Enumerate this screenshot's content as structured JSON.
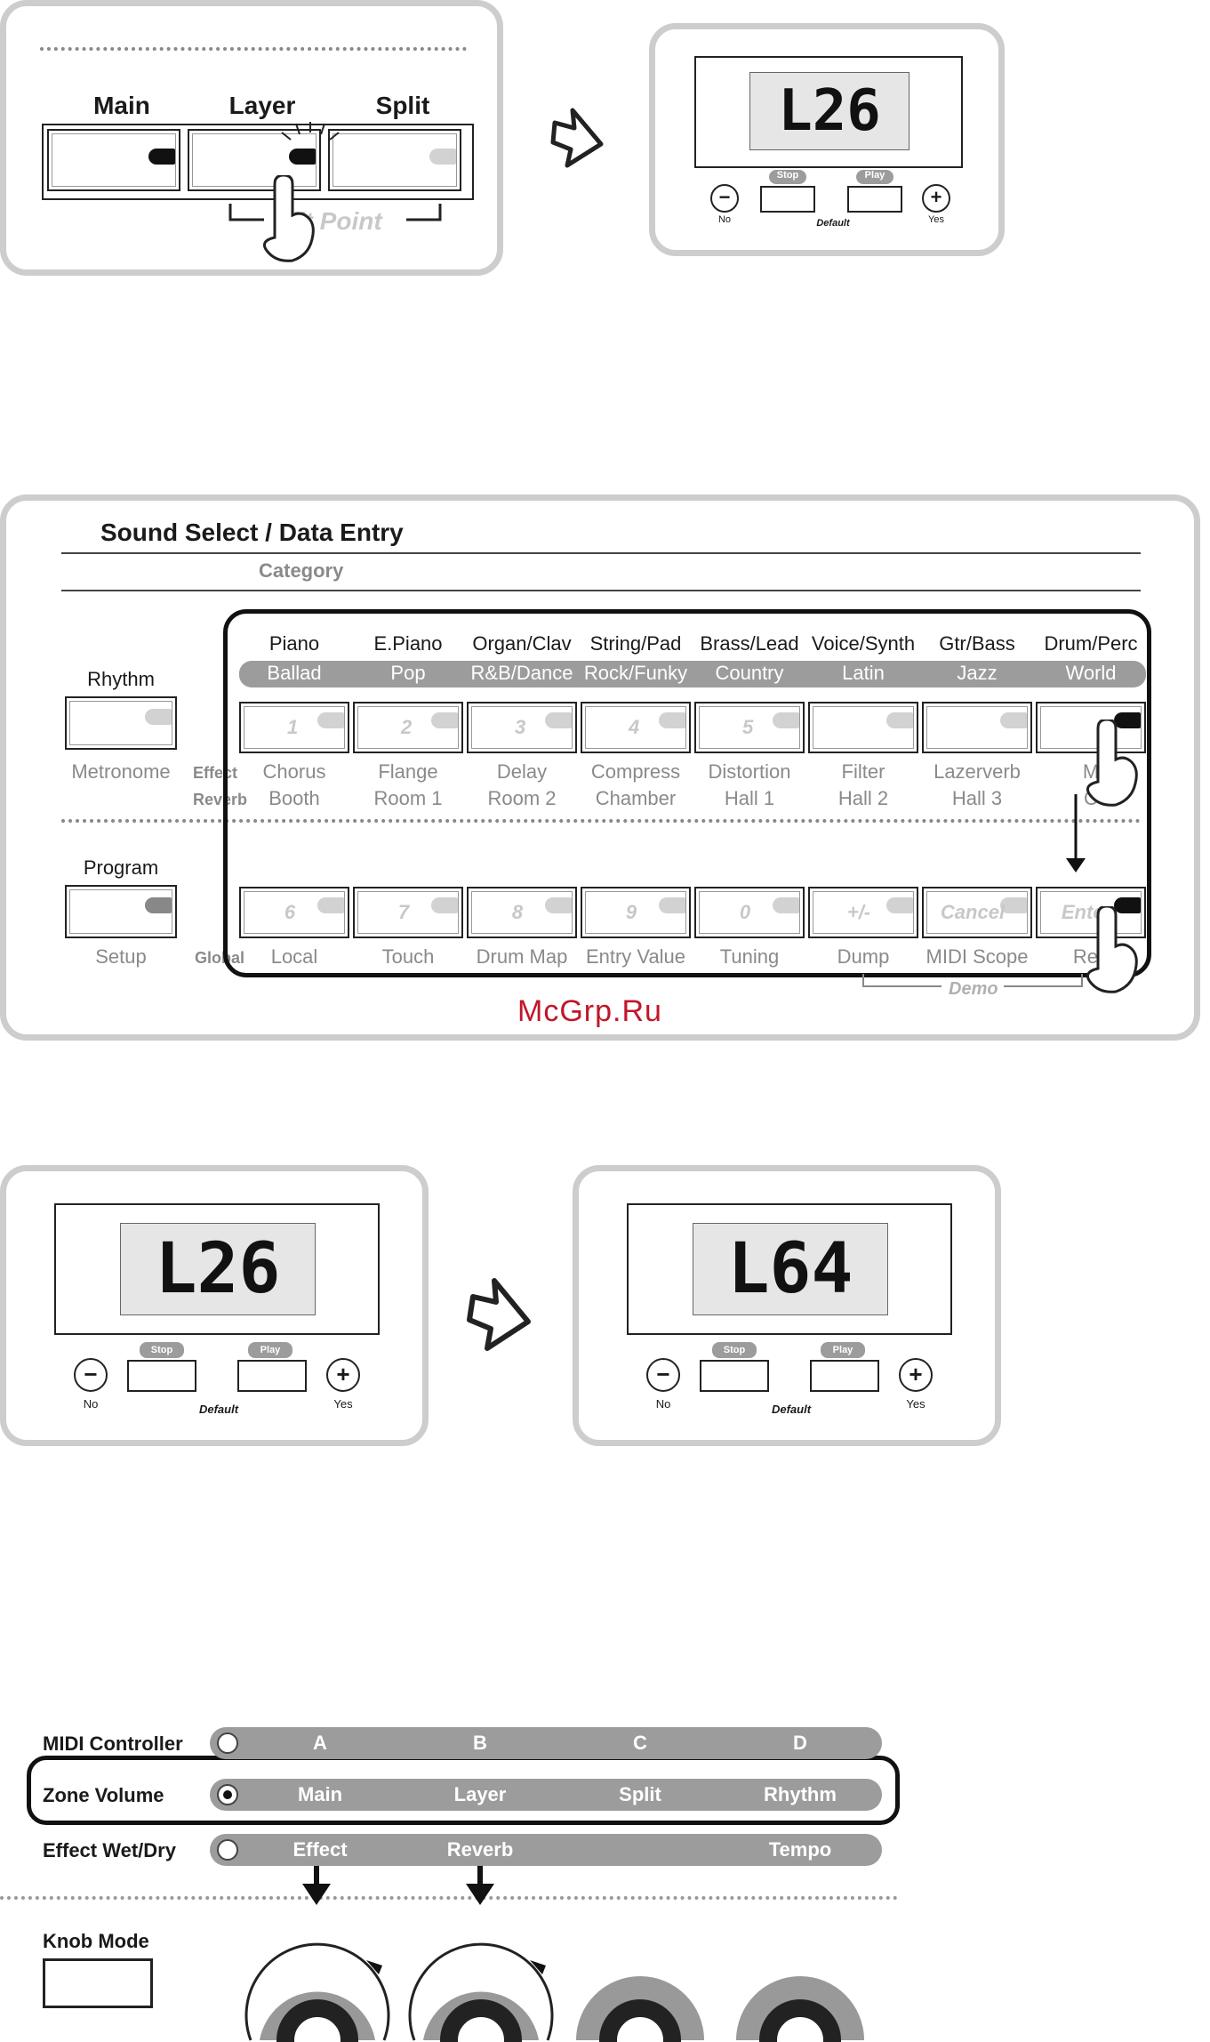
{
  "top_left": {
    "buttons": [
      "Main",
      "Layer",
      "Split"
    ],
    "split_point_label": "lit Point"
  },
  "display1": {
    "value": "L26",
    "stop": "Stop",
    "play": "Play",
    "no": "No",
    "yes": "Yes",
    "default": "Default",
    "minus": "−",
    "plus": "+"
  },
  "sound_select": {
    "title": "Sound Select / Data Entry",
    "category": "Category",
    "rhythm": "Rhythm",
    "metronome": "Metronome",
    "program": "Program",
    "setup": "Setup",
    "effect": "Effect",
    "reverb": "Reverb",
    "global": "Global",
    "categories_top": [
      "Piano",
      "E.Piano",
      "Organ/Clav",
      "String/Pad",
      "Brass/Lead",
      "Voice/Synth",
      "Gtr/Bass",
      "Drum/Perc"
    ],
    "categories_bar": [
      "Ballad",
      "Pop",
      "R&B/Dance",
      "Rock/Funky",
      "Country",
      "Latin",
      "Jazz",
      "World"
    ],
    "row1_numbers": [
      "1",
      "2",
      "3",
      "4",
      "5",
      "",
      "",
      ""
    ],
    "effect_labels": [
      "Chorus",
      "Flange",
      "Delay",
      "Compress",
      "Distortion",
      "Filter",
      "Lazerverb",
      "M"
    ],
    "reverb_labels": [
      "Booth",
      "Room 1",
      "Room 2",
      "Chamber",
      "Hall 1",
      "Hall 2",
      "Hall 3",
      "C"
    ],
    "row2_numbers": [
      "6",
      "7",
      "8",
      "9",
      "0",
      "+/-",
      "Cancel",
      "Enter"
    ],
    "global_labels": [
      "Local",
      "Touch",
      "Drum Map",
      "Entry Value",
      "Tuning",
      "Dump",
      "MIDI Scope",
      "Re  t"
    ],
    "demo": "Demo"
  },
  "watermark": "McGrp.Ru",
  "display2": {
    "value": "L26",
    "stop": "Stop",
    "play": "Play",
    "no": "No",
    "yes": "Yes",
    "default": "Default",
    "minus": "−",
    "plus": "+"
  },
  "display3": {
    "value": "L64",
    "stop": "Stop",
    "play": "Play",
    "no": "No",
    "yes": "Yes",
    "default": "Default",
    "minus": "−",
    "plus": "+"
  },
  "knobs": {
    "rows": [
      {
        "label": "MIDI Controller",
        "items": [
          "A",
          "B",
          "C",
          "D"
        ]
      },
      {
        "label": "Zone Volume",
        "items": [
          "Main",
          "Layer",
          "Split",
          "Rhythm"
        ]
      },
      {
        "label": "Effect Wet/Dry",
        "items": [
          "Effect",
          "Reverb",
          "",
          "Tempo"
        ]
      }
    ],
    "knob_mode": "Knob Mode"
  },
  "colors": {
    "panel_border": "#cdcdcd",
    "bar_gray": "#9c9c9c",
    "watermark": "#c0172a",
    "led_on": "#111111",
    "led_off": "#d2d2d2"
  }
}
